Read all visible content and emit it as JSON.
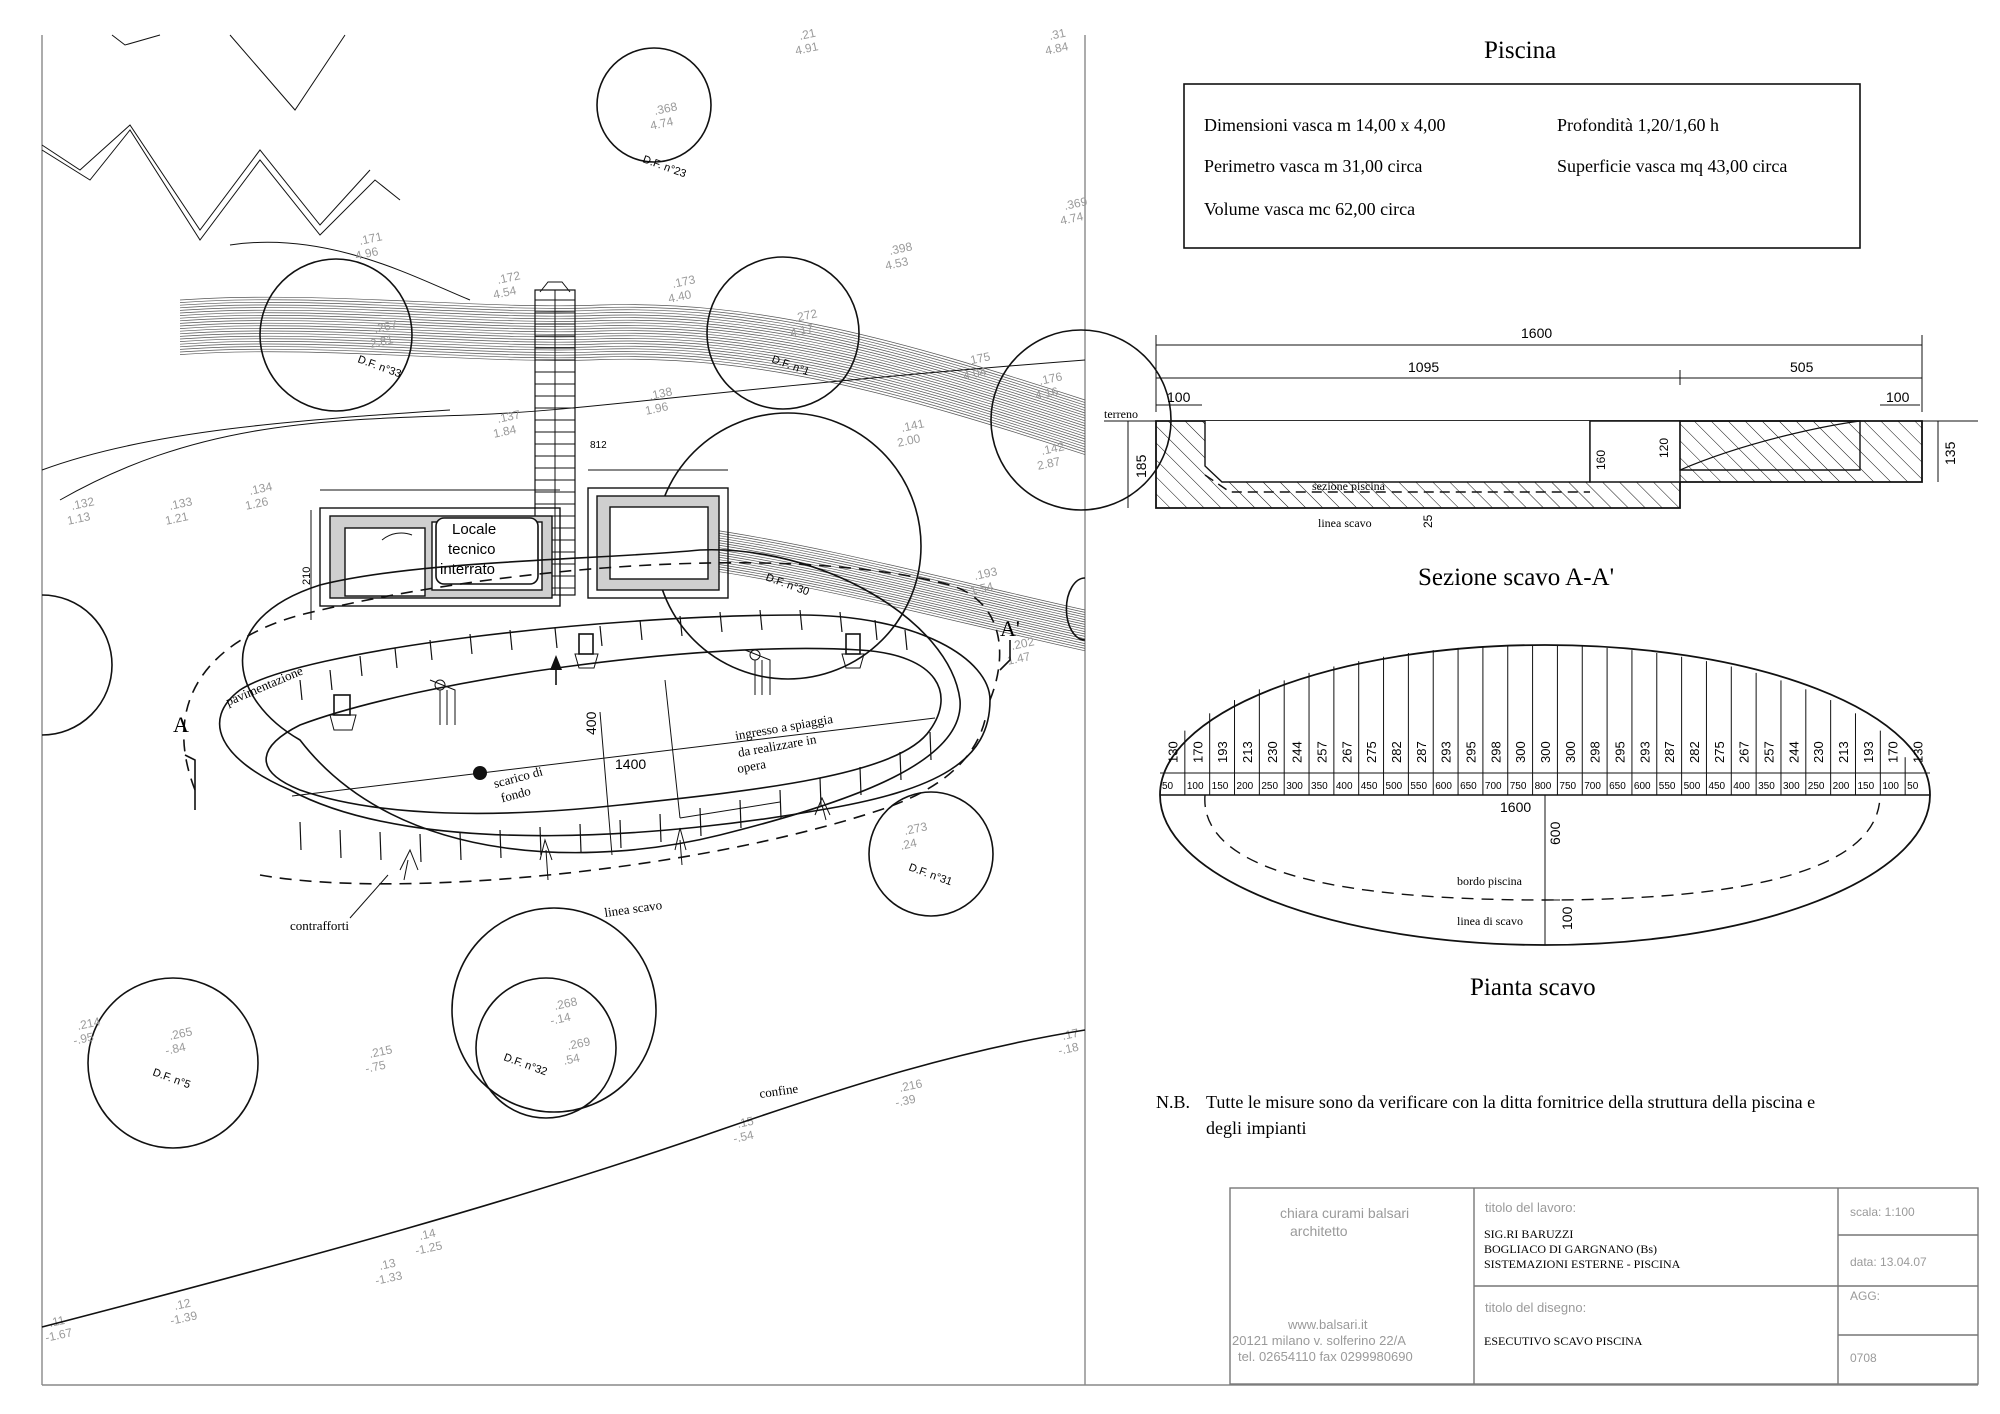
{
  "pool_table": {
    "title": "Piscina",
    "dimensions": "Dimensioni vasca  m 14,00 x 4,00",
    "depth": "Profondità 1,20/1,60 h",
    "perimeter": "Perimetro vasca  m 31,00 circa",
    "surface": "Superficie vasca mq 43,00 circa",
    "volume": "Volume vasca  mc 62,00 circa"
  },
  "section": {
    "title": "Sezione scavo A-A'",
    "total": "1600",
    "left": "1095",
    "right": "505",
    "left_edge": "100",
    "right_edge": "100",
    "terrain": "terreno",
    "depth_left": "185",
    "depth_right": "135",
    "depth_mid1": "160",
    "depth_mid2": "120",
    "bottom": "25",
    "pool_section": "sezione piscina",
    "excavation_line": "linea scavo"
  },
  "plan": {
    "title": "Pianta scavo",
    "length": "1600",
    "half_width": "600",
    "edge": "100",
    "pool_edge": "bordo piscina",
    "excavation_line": "linea di scavo",
    "stations": [
      "50",
      "100",
      "150",
      "200",
      "250",
      "300",
      "350",
      "400",
      "450",
      "500",
      "550",
      "600",
      "650",
      "700",
      "750",
      "800",
      "750",
      "700",
      "650",
      "600",
      "550",
      "500",
      "450",
      "400",
      "350",
      "300",
      "250",
      "200",
      "150",
      "100",
      "50"
    ],
    "offsets": [
      "130",
      "170",
      "193",
      "213",
      "230",
      "244",
      "257",
      "267",
      "275",
      "282",
      "287",
      "293",
      "295",
      "298",
      "300",
      "300",
      "300",
      "298",
      "295",
      "293",
      "287",
      "282",
      "275",
      "267",
      "257",
      "244",
      "230",
      "213",
      "193",
      "170",
      "130"
    ]
  },
  "site": {
    "room_label": [
      "Locale",
      "tecnico",
      "interrato"
    ],
    "scarico": [
      "scarico di",
      "fondo"
    ],
    "ingresso": [
      "ingresso a spiaggia",
      "da realizzare in",
      "opera"
    ],
    "pool_length": "1400",
    "pool_width": "400",
    "room_width": "812",
    "room_height": "210",
    "pavimentazione": "pavimentazione",
    "contrafforti": "contrafforti",
    "linea_scavo": "linea scavo",
    "confine": "confine",
    "section_a": "A",
    "section_a2": "A'",
    "trees": [
      "D.F. n°23",
      "D.F. n°33",
      "D.F. n°1",
      "D.F. n°30",
      "D.F. n°31",
      "D.F. n°32",
      "D.F. n°5"
    ],
    "spot_heights": [
      {
        "code": ".368",
        "elev": "4.74"
      },
      {
        "code": ".171",
        "elev": "4.96"
      },
      {
        "code": ".172",
        "elev": "4.54"
      },
      {
        "code": ".173",
        "elev": "4.40"
      },
      {
        "code": ".398",
        "elev": "4.53"
      },
      {
        "code": ".369",
        "elev": "4.74"
      },
      {
        "code": ".267",
        "elev": "2.81"
      },
      {
        "code": ".272",
        "elev": "4.17"
      },
      {
        "code": ".175",
        "elev": "4.04"
      },
      {
        "code": ".176",
        "elev": "4.16"
      },
      {
        "code": ".138",
        "elev": "1.96"
      },
      {
        "code": ".137",
        "elev": "1.84"
      },
      {
        "code": ".141",
        "elev": "2.00"
      },
      {
        "code": ".142",
        "elev": "2.87"
      },
      {
        "code": ".132",
        "elev": "1.13"
      },
      {
        "code": ".133",
        "elev": "1.21"
      },
      {
        "code": ".134",
        "elev": "1.26"
      },
      {
        "code": ".193",
        "elev": "1.54"
      },
      {
        "code": ".202",
        "elev": "1.47"
      },
      {
        "code": ".273",
        "elev": ".24"
      },
      {
        "code": ".268",
        "elev": "-.14"
      },
      {
        "code": ".269",
        "elev": ".54"
      },
      {
        "code": ".265",
        "elev": "-.84"
      },
      {
        "code": ".214",
        "elev": "-.95"
      },
      {
        "code": ".215",
        "elev": "-.75"
      },
      {
        "code": ".216",
        "elev": "-.39"
      },
      {
        "code": ".17",
        "elev": "-.18"
      },
      {
        "code": ".15",
        "elev": "-.54"
      },
      {
        "code": ".14",
        "elev": "-1.25"
      },
      {
        "code": ".13",
        "elev": "-1.33"
      },
      {
        "code": ".12",
        "elev": "-1.39"
      },
      {
        "code": ".11",
        "elev": "-1.67"
      },
      {
        "code": ".31",
        "elev": "4.84"
      },
      {
        "code": ".21",
        "elev": "4.91"
      }
    ]
  },
  "note": {
    "label": "N.B.",
    "text": "Tutte le misure sono da verificare con la ditta fornitrice della struttura della piscina e",
    "text2": "degli impianti"
  },
  "title_block": {
    "architect": [
      "chiara curami balsari",
      "architetto"
    ],
    "contact": [
      "www.balsari.it",
      "20121 milano v. solferino 22/A",
      "tel. 02654110 fax 0299980690"
    ],
    "work_label": "titolo del lavoro:",
    "work": [
      "SIG.RI BARUZZI",
      "BOGLIACO DI GARGNANO (Bs)",
      "SISTEMAZIONI ESTERNE - PISCINA"
    ],
    "drawing_label": "titolo del disegno:",
    "drawing": "ESECUTIVO SCAVO PISCINA",
    "scale": "scala: 1:100",
    "date": "data: 13.04.07",
    "agg": "AGG:",
    "number": "0708"
  }
}
